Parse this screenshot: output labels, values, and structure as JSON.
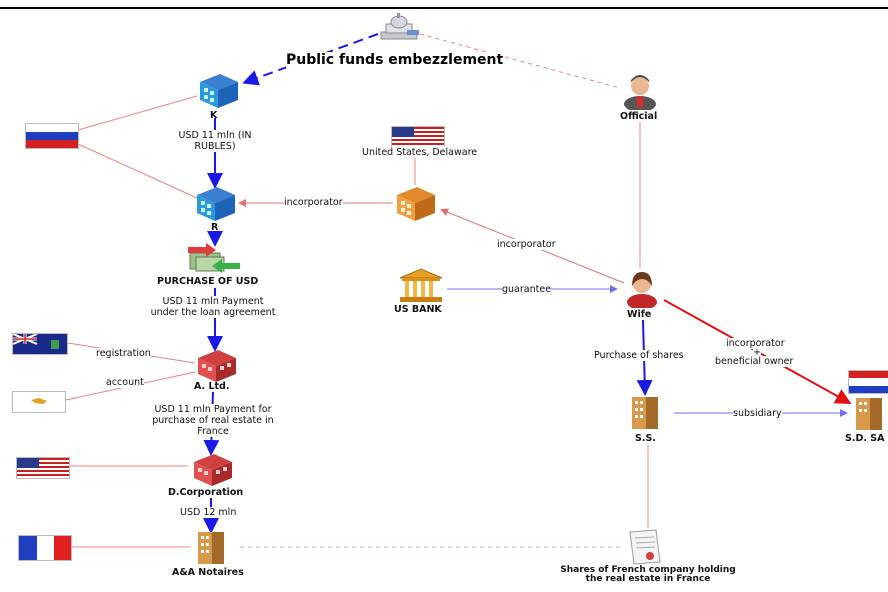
{
  "title": "Public funds embezzlement",
  "nodes": {
    "k": "K",
    "r": "R",
    "purchase": "PURCHASE OF USD",
    "altd": "A. Ltd.",
    "dcorp": "D.Corporation",
    "notaires": "A&A Notaires",
    "official": "Official",
    "wife": "Wife",
    "usbank": "US BANK",
    "ss": "S.S.",
    "sdsa": "S.D. SA",
    "shares": "Shares of French company holding the real estate in France",
    "delaware": "United States, Delaware"
  },
  "edges": {
    "k_r": "USD 11 mln (IN RUBLES)",
    "purchase_a": "USD 11 mln Payment under the loan agreement",
    "a_d": "USD 11 mln Payment for purchase of real estate in France",
    "d_n": "USD 12 mln",
    "incorp1": "incorporator",
    "incorp2": "incorporator",
    "guarantee": "guarantee",
    "purchase_shares": "Purchase of shares",
    "incorp_owner_1": "incorporator",
    "incorp_owner_plus": "+",
    "incorp_owner_2": "beneficial owner",
    "subsidiary": "subsidiary",
    "registration": "registration",
    "account": "account"
  },
  "colors": {
    "blue_edge": "#1a1ae6",
    "red_edge": "#e01010",
    "pink_edge": "#f08080"
  }
}
